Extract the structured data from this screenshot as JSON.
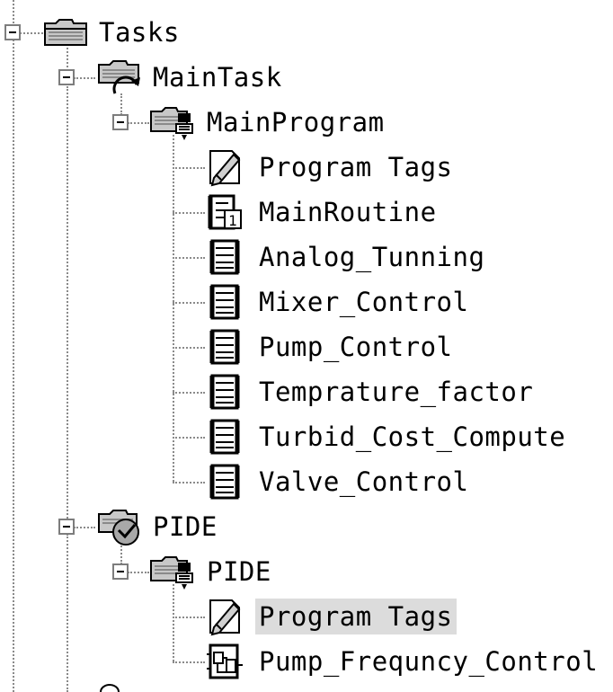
{
  "tree": {
    "tasks": {
      "label": "Tasks",
      "icon": "tasks-folder-icon"
    },
    "main_task": {
      "label": "MainTask",
      "icon": "continuous-task-icon"
    },
    "main_program": {
      "label": "MainProgram",
      "icon": "program-folder-icon"
    },
    "main_program_items": [
      {
        "label": "Program Tags",
        "icon": "program-tags-icon"
      },
      {
        "label": "MainRoutine",
        "icon": "main-routine-icon"
      },
      {
        "label": "Analog_Tunning",
        "icon": "ladder-routine-icon"
      },
      {
        "label": "Mixer_Control",
        "icon": "ladder-routine-icon"
      },
      {
        "label": "Pump_Control",
        "icon": "ladder-routine-icon"
      },
      {
        "label": "Temprature_factor",
        "icon": "ladder-routine-icon"
      },
      {
        "label": "Turbid_Cost_Compute",
        "icon": "ladder-routine-icon"
      },
      {
        "label": "Valve_Control",
        "icon": "ladder-routine-icon"
      }
    ],
    "pide_task": {
      "label": "PIDE",
      "icon": "periodic-task-icon"
    },
    "pide_program": {
      "label": "PIDE",
      "icon": "program-folder-icon"
    },
    "pide_program_items": [
      {
        "label": "Program Tags",
        "icon": "program-tags-icon",
        "selected": true
      },
      {
        "label": "Pump_Frequncy_Control",
        "icon": "function-block-routine-icon"
      }
    ]
  },
  "colors": {
    "selection": "#dcdcdc",
    "tree_line": "#8a8a8a",
    "icon_gray": "#b8b8b8"
  }
}
